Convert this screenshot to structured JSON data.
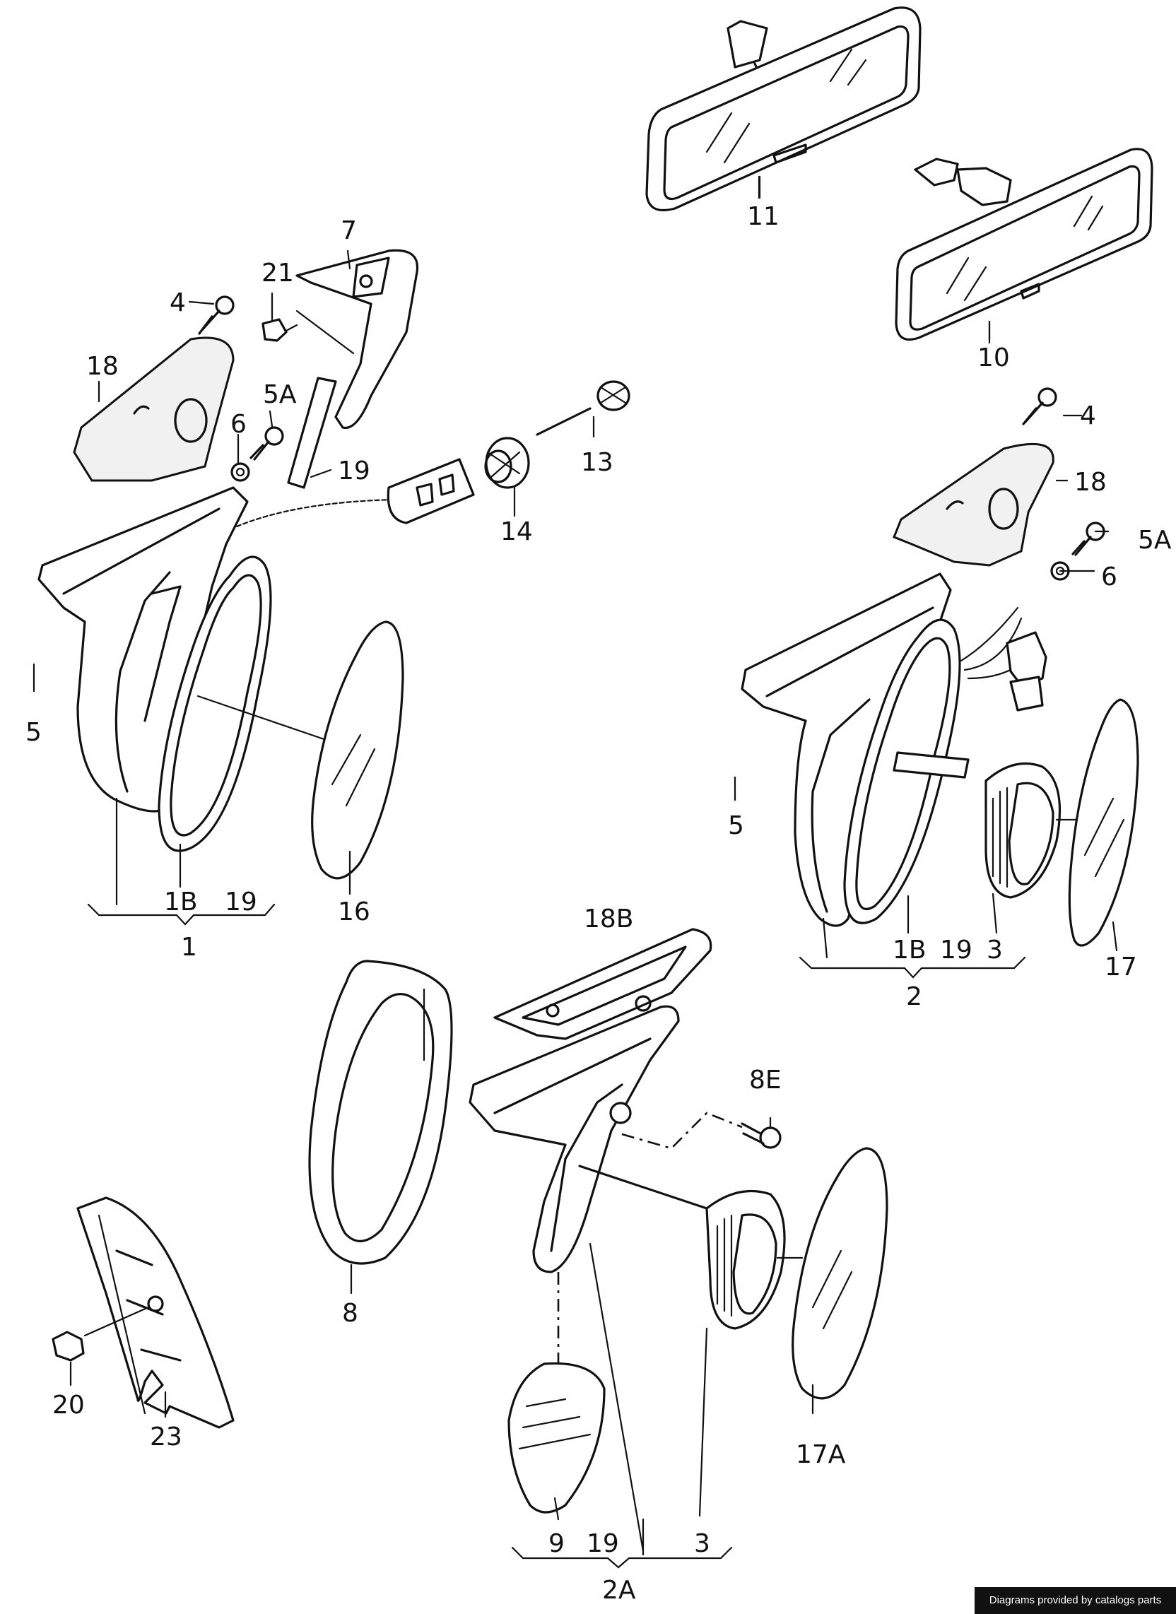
{
  "labels": {
    "l11": "11",
    "l10": "10",
    "l7": "7",
    "l21": "21",
    "l4a": "4",
    "l18a": "18",
    "l5Aa": "5A",
    "l6a": "6",
    "l19a": "19",
    "l13": "13",
    "l14": "14",
    "l5a": "5",
    "l1Ba": "1B",
    "l19b": "19",
    "l1": "1",
    "l16": "16",
    "l4b": "4",
    "l18b": "18",
    "l5Ab": "5A",
    "l6b": "6",
    "l5b": "5",
    "l1Bb": "1B",
    "l19c": "19",
    "l3a": "3",
    "l2": "2",
    "l17": "17",
    "l18B": "18B",
    "l8E": "8E",
    "l8": "8",
    "l20": "20",
    "l23": "23",
    "l9": "9",
    "l19d": "19",
    "l3b": "3",
    "l2A": "2A",
    "l17A": "17A"
  },
  "footer": {
    "credit": "Diagrams provided by catalogs parts"
  }
}
